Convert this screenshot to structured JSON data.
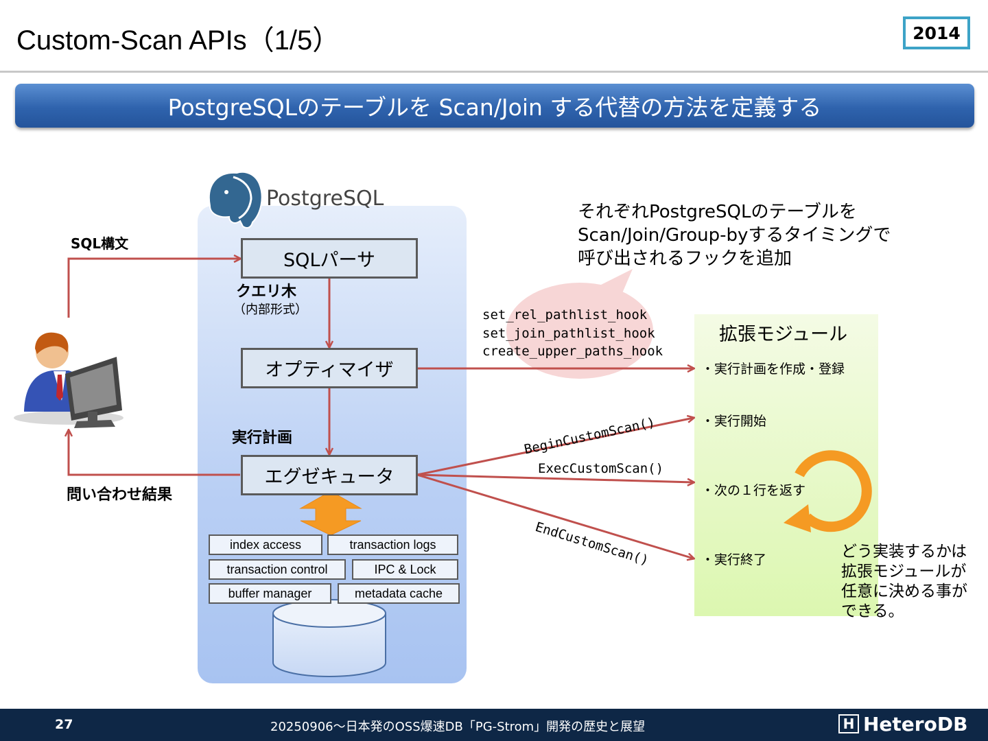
{
  "slide": {
    "title": "Custom-Scan APIs（1/5）",
    "year_badge": "2014",
    "banner": "PostgreSQLのテーブルを Scan/Join する代替の方法を定義する"
  },
  "diagram": {
    "postgres_logo_text": "PostgreSQL",
    "sql_input_label": "SQL構文",
    "result_label": "問い合わせ結果",
    "parser": "SQLパーサ",
    "query_tree": "クエリ木",
    "query_tree_note": "（内部形式）",
    "optimizer": "オプティマイザ",
    "plan_label": "実行計画",
    "executor": "エグゼキュータ",
    "subsystems": [
      "index access",
      "transaction logs",
      "transaction control",
      "IPC & Lock",
      "buffer manager",
      "metadata cache"
    ],
    "callout_lines": [
      "それぞれPostgreSQLのテーブルを",
      "Scan/Join/Group-byするタイミングで",
      "呼び出されるフックを追加"
    ],
    "hooks": [
      "set_rel_pathlist_hook",
      "set_join_pathlist_hook",
      "create_upper_paths_hook"
    ],
    "api_calls": [
      "BeginCustomScan()",
      "ExecCustomScan()",
      "EndCustomScan()"
    ],
    "extension_title": "拡張モジュール",
    "extension_items": [
      "・実行計画を作成・登録",
      "・実行開始",
      "・次の１行を返す",
      "・実行終了"
    ],
    "note_lines": [
      "どう実装するかは",
      "拡張モジュールが",
      "任意に決める事が",
      "できる。"
    ]
  },
  "footer": {
    "page_number": "27",
    "caption": "20250906～日本発のOSS爆速DB「PG-Strom」開発の歴史と展望",
    "logo": "HeteroDB",
    "logo_mark": "H"
  },
  "colors": {
    "banner": "#2f63ad",
    "arrow": "#c0504d",
    "year_border": "#3da3c7",
    "footer_bg": "#0e2746",
    "extension_panel": "#dcf7b0",
    "orange_arrow": "#f59a23"
  }
}
